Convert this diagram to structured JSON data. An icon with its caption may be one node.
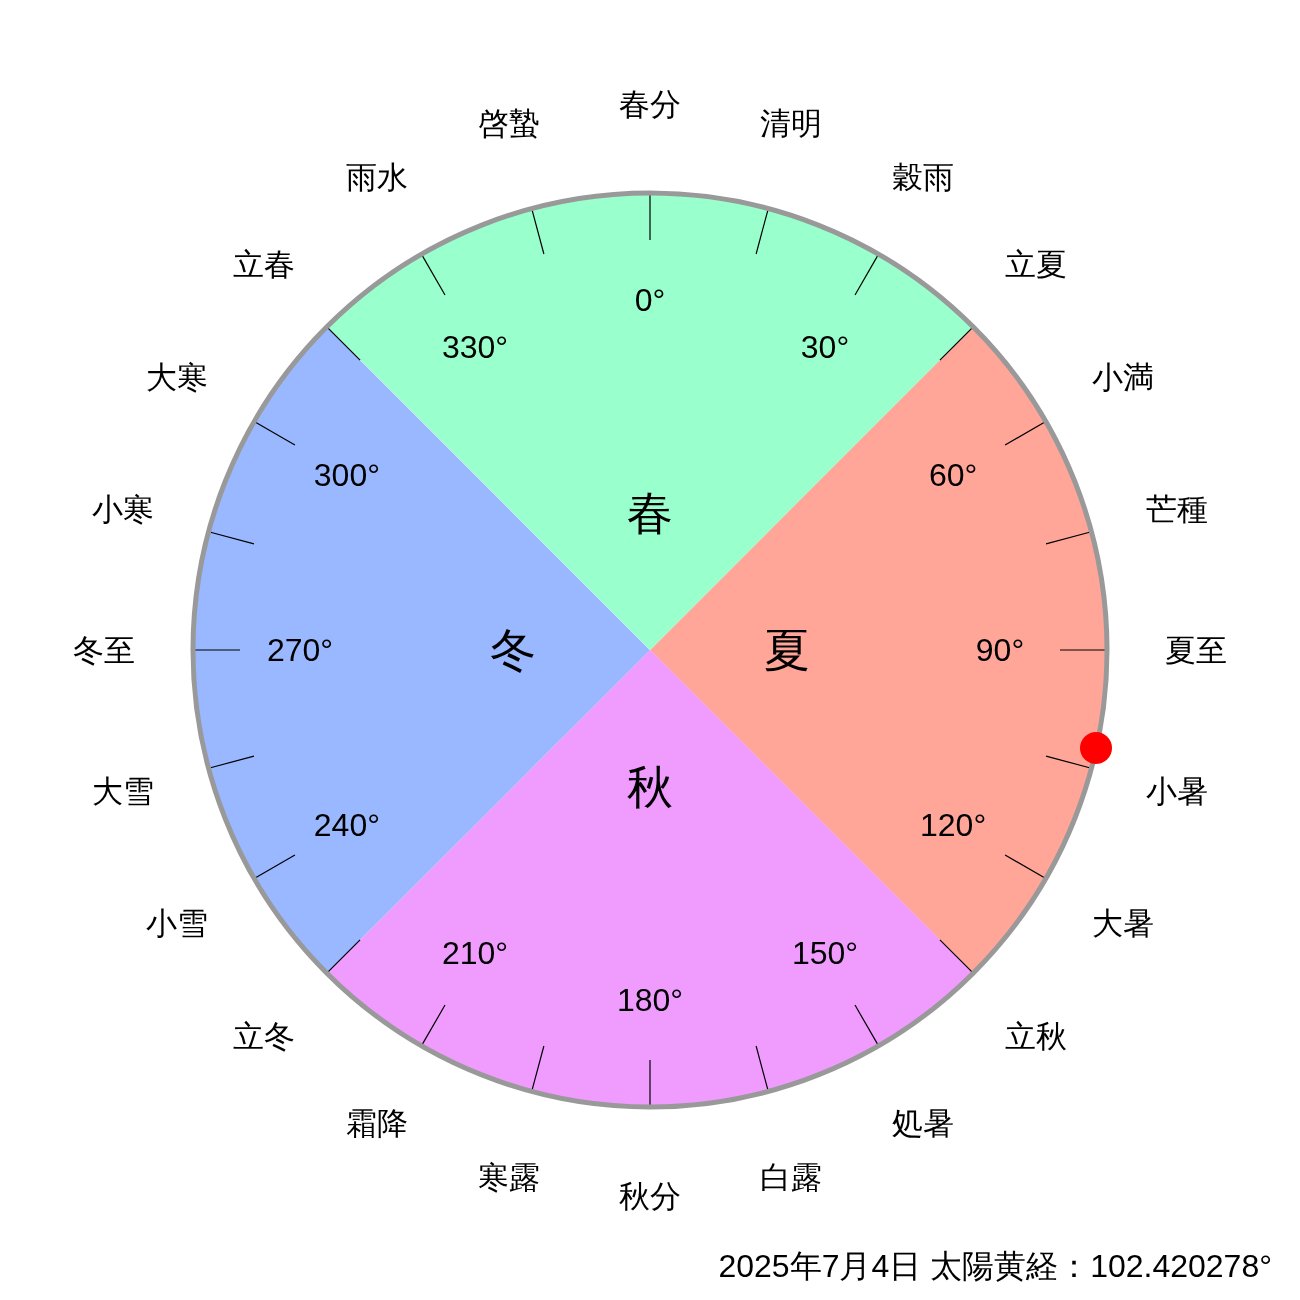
{
  "diagram": {
    "caption": "2025年7月4日 太陽黄経：102.420278°",
    "nodes": [
      {
        "text": [
          "春"
        ]
      },
      {
        "text": [
          "冬"
        ]
      },
      {
        "text": [
          "夏"
        ]
      },
      {
        "text": [
          "秋"
        ]
      }
    ],
    "labels": [
      "春分",
      "清明",
      "穀雨",
      "立夏",
      "小満",
      "芒種",
      "夏至",
      "小暑",
      "大暑",
      "立秋",
      "処暑",
      "白露",
      "秋分",
      "寒露",
      "霜降",
      "立冬",
      "小雪",
      "大雪",
      "冬至",
      "小寒",
      "大寒",
      "立春",
      "雨水",
      "啓蟄",
      "0°",
      "30°",
      "60°",
      "90°",
      "120°",
      "150°",
      "180°",
      "210°",
      "240°",
      "270°",
      "300°",
      "330°"
    ]
  }
}
